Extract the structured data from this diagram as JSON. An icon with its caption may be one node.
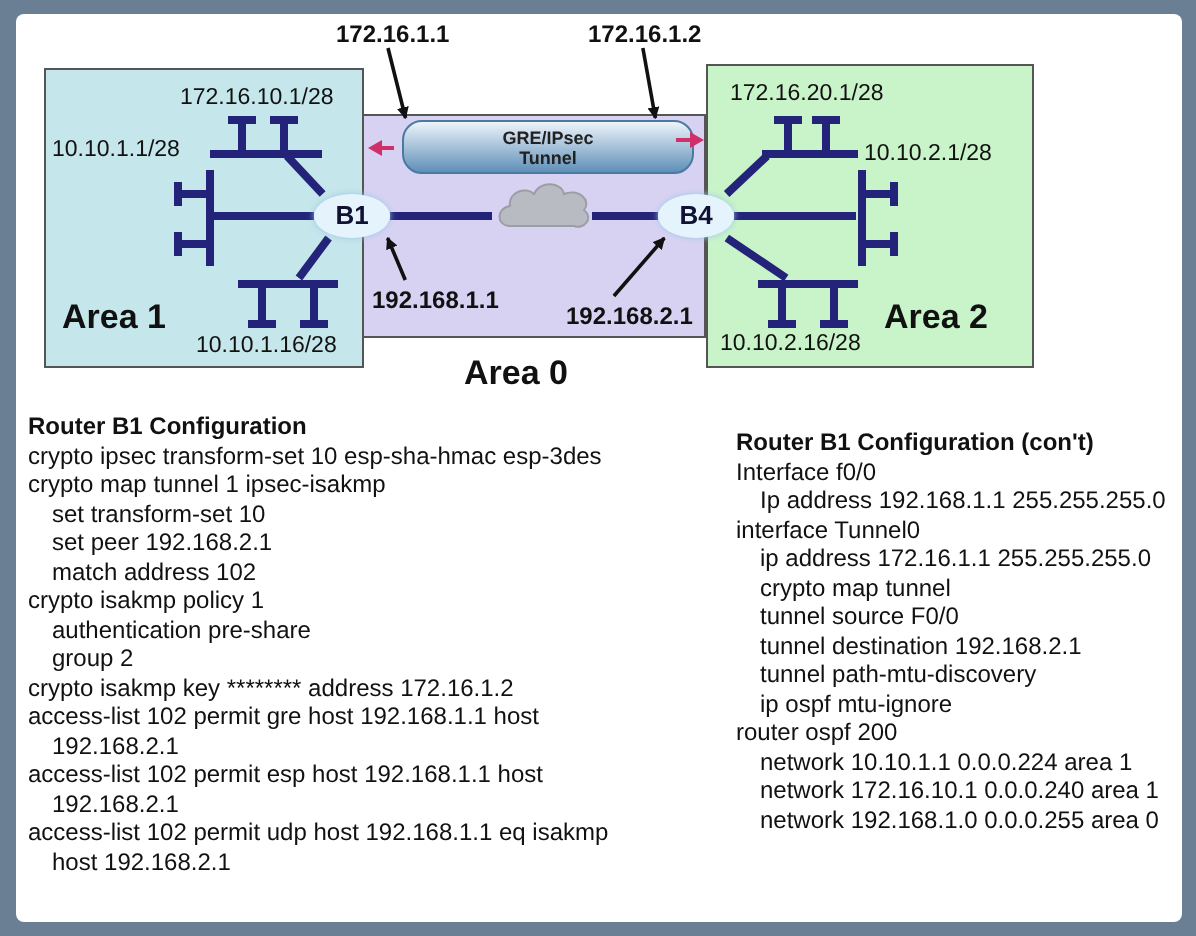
{
  "diagram": {
    "nodes": [
      {
        "text": [
          "Area 1"
        ]
      },
      {
        "text": [
          "Area 0"
        ]
      },
      {
        "text": [
          "Area 2"
        ]
      },
      {
        "text": [
          "B1"
        ]
      },
      {
        "text": [
          "B4"
        ]
      },
      {
        "text": [
          "GRE/IPsec Tunnel"
        ],
        "in": 1
      },
      {
        "text": [],
        "shape": "cloud",
        "in": 1
      },
      {
        "text": [
          "172.16.1.1"
        ]
      },
      {
        "text": [
          "172.16.1.2"
        ]
      },
      {
        "text": [
          "192.168.1.1"
        ],
        "in": 1
      },
      {
        "text": [
          "192.168.2.1"
        ],
        "in": 1
      },
      {
        "text": [],
        "shape": "bar",
        "in": 0,
        "beside": [
          "10.10.1.1/28"
        ]
      },
      {
        "text": [],
        "shape": "bar",
        "in": 0,
        "beside": [
          "172.16.10.1/28"
        ]
      },
      {
        "text": [],
        "shape": "bar",
        "in": 0,
        "beside": [
          "10.10.1.16/28"
        ]
      },
      {
        "text": [],
        "shape": "bar",
        "in": 2,
        "beside": [
          "10.10.2.1/28"
        ]
      },
      {
        "text": [],
        "shape": "bar",
        "in": 2,
        "beside": [
          "172.16.20.1/28"
        ]
      },
      {
        "text": [],
        "shape": "bar",
        "in": 2,
        "beside": [
          "10.10.2.16/28"
        ]
      }
    ],
    "edges": [
      {
        "from": 3,
        "to": 6,
        "arrow": "none"
      },
      {
        "from": 6,
        "to": 4,
        "arrow": "none"
      },
      {
        "from": 7,
        "to": 5,
        "arrow": "to",
        "color": "#111111"
      },
      {
        "from": 8,
        "to": 5,
        "arrow": "to",
        "color": "#111111"
      },
      {
        "from": 9,
        "to": 3,
        "arrow": "to",
        "color": "#111111"
      },
      {
        "from": 10,
        "to": 4,
        "arrow": "to",
        "color": "#111111"
      },
      {
        "from": 3,
        "to": 11,
        "arrow": "none"
      },
      {
        "from": 3,
        "to": 12,
        "arrow": "none"
      },
      {
        "from": 3,
        "to": 13,
        "arrow": "none"
      },
      {
        "from": 4,
        "to": 14,
        "arrow": "none"
      },
      {
        "from": 4,
        "to": 15,
        "arrow": "none"
      },
      {
        "from": 4,
        "to": 16,
        "arrow": "none"
      }
    ],
    "labels": [
      "Router B1 Configuration",
      "crypto ipsec transform-set 10 esp-sha-hmac esp-3des",
      "crypto map tunnel 1 ipsec-isakmp",
      "set transform-set 10",
      "set peer 192.168.2.1",
      "match address 102",
      "crypto isakmp policy 1",
      "authentication pre-share",
      "group 2",
      "crypto isakmp key ******** address 172.16.1.2",
      "access-list 102 permit gre host 192.168.1.1 host 192.168.2.1",
      "access-list 102 permit esp host 192.168.1.1 host 192.168.2.1",
      "access-list 102 permit udp host 192.168.1.1 eq isakmp host 192.168.2.1",
      "Router B1 Configuration (con't)",
      "Interface f0/0",
      "Ip address 192.168.1.1 255.255.255.0",
      "interface Tunnel0",
      "ip address 172.16.1.1 255.255.255.0",
      "crypto map tunnel",
      "tunnel source F0/0",
      "tunnel destination 192.168.2.1",
      "tunnel path-mtu-discovery",
      "ip ospf mtu-ignore",
      "router ospf 200",
      "network 10.10.1.1 0.0.0.224 area 1",
      "network 172.16.10.1 0.0.0.240 area 1",
      "network 192.168.1.0 0.0.0.255 area 0"
    ]
  }
}
